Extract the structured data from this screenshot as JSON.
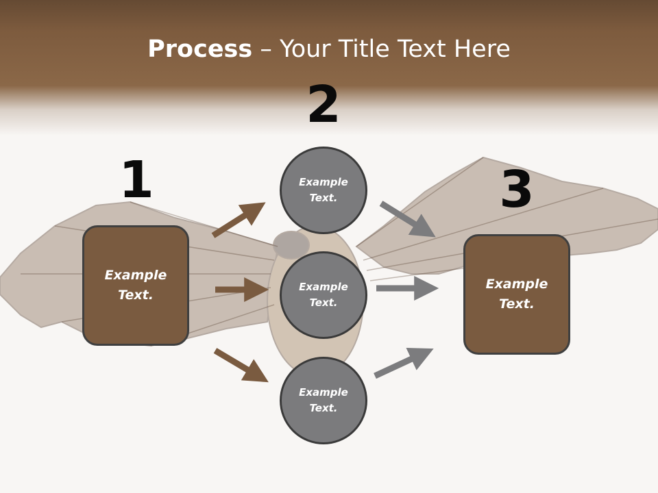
{
  "slide": {
    "title_bold": "Process",
    "title_rest": " – Your Title Text Here",
    "background_image": "bat-with-spread-wings"
  },
  "colors": {
    "header_brown": "#8b6848",
    "box_fill": "#7a5b40",
    "circle_fill": "#7b7b7d",
    "brown_arrow": "#7a5b40",
    "gray_arrow": "#7c7c7e"
  },
  "steps": {
    "step1_number": "1",
    "step2_number": "2",
    "step3_number": "3"
  },
  "nodes": {
    "box_left": "Example Text.",
    "circle_top": "Example Text.",
    "circle_middle": "Example Text.",
    "circle_bottom": "Example Text.",
    "box_right": "Example Text."
  }
}
